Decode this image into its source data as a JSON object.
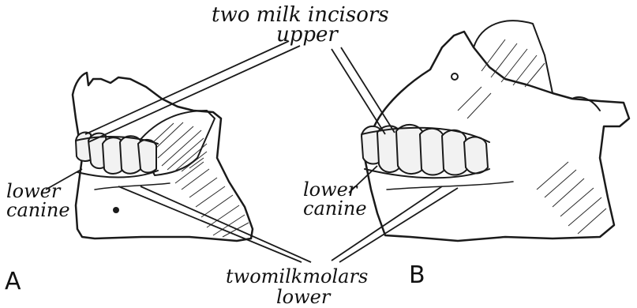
{
  "labels": {
    "upper_line1": "two milk incisors",
    "upper_line2": "upper",
    "lower_left_line1": "lower",
    "lower_left_line2": "canine",
    "lower_right_line1": "lower",
    "lower_right_line2": "canine",
    "molars_line1": "twomilkmolars",
    "molars_line2": "lower",
    "panel_a": "A",
    "panel_b": "B"
  },
  "colors": {
    "ink": "#1a1a1a",
    "paper": "#ffffff"
  }
}
